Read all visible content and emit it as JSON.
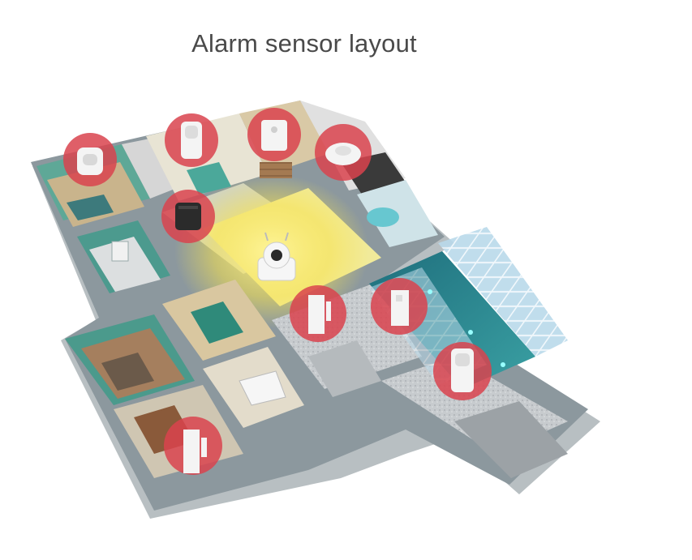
{
  "title": "Alarm sensor layout",
  "colors": {
    "badge": "#d9434e",
    "floor_light": "#e6e6e6",
    "wall": "#8f9aa2",
    "teal_wall": "#3ea48f",
    "camera_glow": "#f5e24a",
    "pool_water": "#2a7f8a"
  },
  "sensors": [
    {
      "name": "pir-motion-sensor-bedroom",
      "icon": "pir-motion-sensor-icon"
    },
    {
      "name": "pir-motion-sensor-hall",
      "icon": "pir-motion-sensor-icon"
    },
    {
      "name": "gas-detector",
      "icon": "gas-detector-icon"
    },
    {
      "name": "smoke-detector",
      "icon": "smoke-detector-icon"
    },
    {
      "name": "remote-control-hub",
      "icon": "remote-control-icon"
    },
    {
      "name": "ip-camera",
      "icon": "ip-camera-icon"
    },
    {
      "name": "door-sensor-living",
      "icon": "door-sensor-icon"
    },
    {
      "name": "door-sensor-pool",
      "icon": "door-sensor-icon"
    },
    {
      "name": "pir-motion-sensor-pool",
      "icon": "pir-motion-sensor-icon"
    },
    {
      "name": "door-sensor-study",
      "icon": "door-sensor-icon"
    }
  ]
}
